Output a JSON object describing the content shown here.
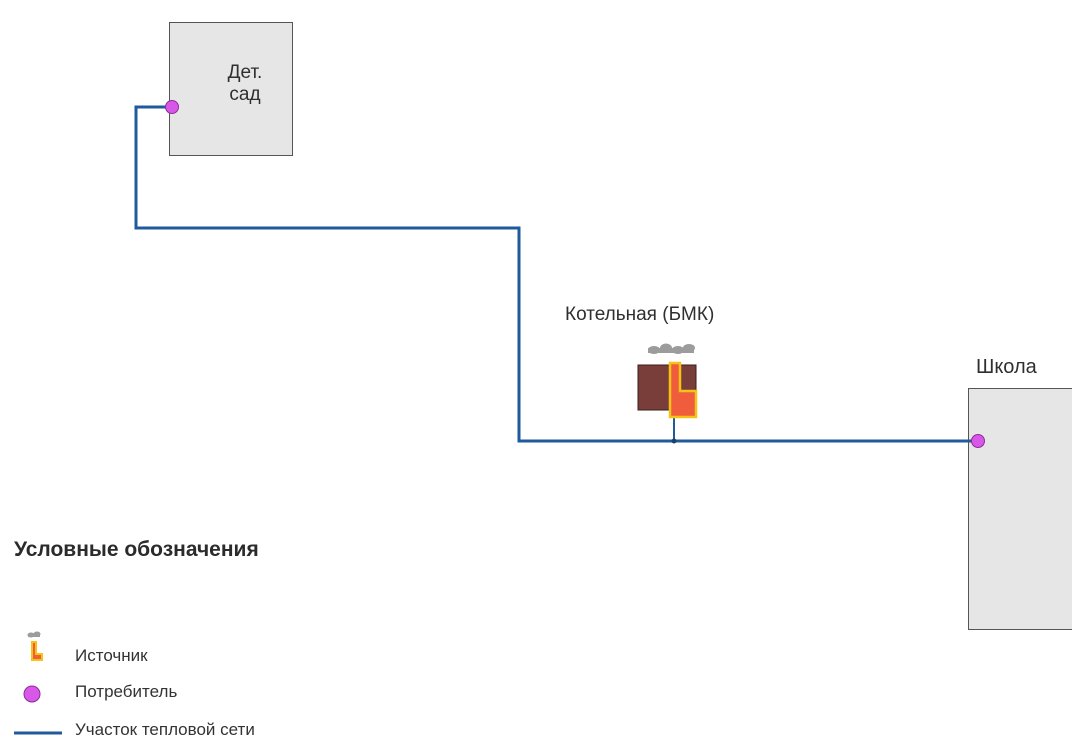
{
  "nodes": {
    "kindergarten": {
      "label_line1": "Дет.",
      "label_line2": "сад"
    },
    "school": {
      "label": "Школа"
    },
    "boiler": {
      "label": "Котельная (БМК)"
    }
  },
  "legend": {
    "title": "Условные обозначения",
    "items": [
      {
        "icon": "source-icon",
        "label": "Источник"
      },
      {
        "icon": "consumer-icon",
        "label": "Потребитель"
      },
      {
        "icon": "pipe-segment-icon",
        "label": "Участок тепловой сети"
      }
    ]
  },
  "colors": {
    "pipe": "#1f5a9c",
    "consumer": "#d957e8",
    "building_fill": "#e6e6e6",
    "boiler_body": "#7a3e3a",
    "source_orange": "#ef5d3c",
    "source_yellow": "#f5c218",
    "smoke": "#9c9c9c"
  }
}
